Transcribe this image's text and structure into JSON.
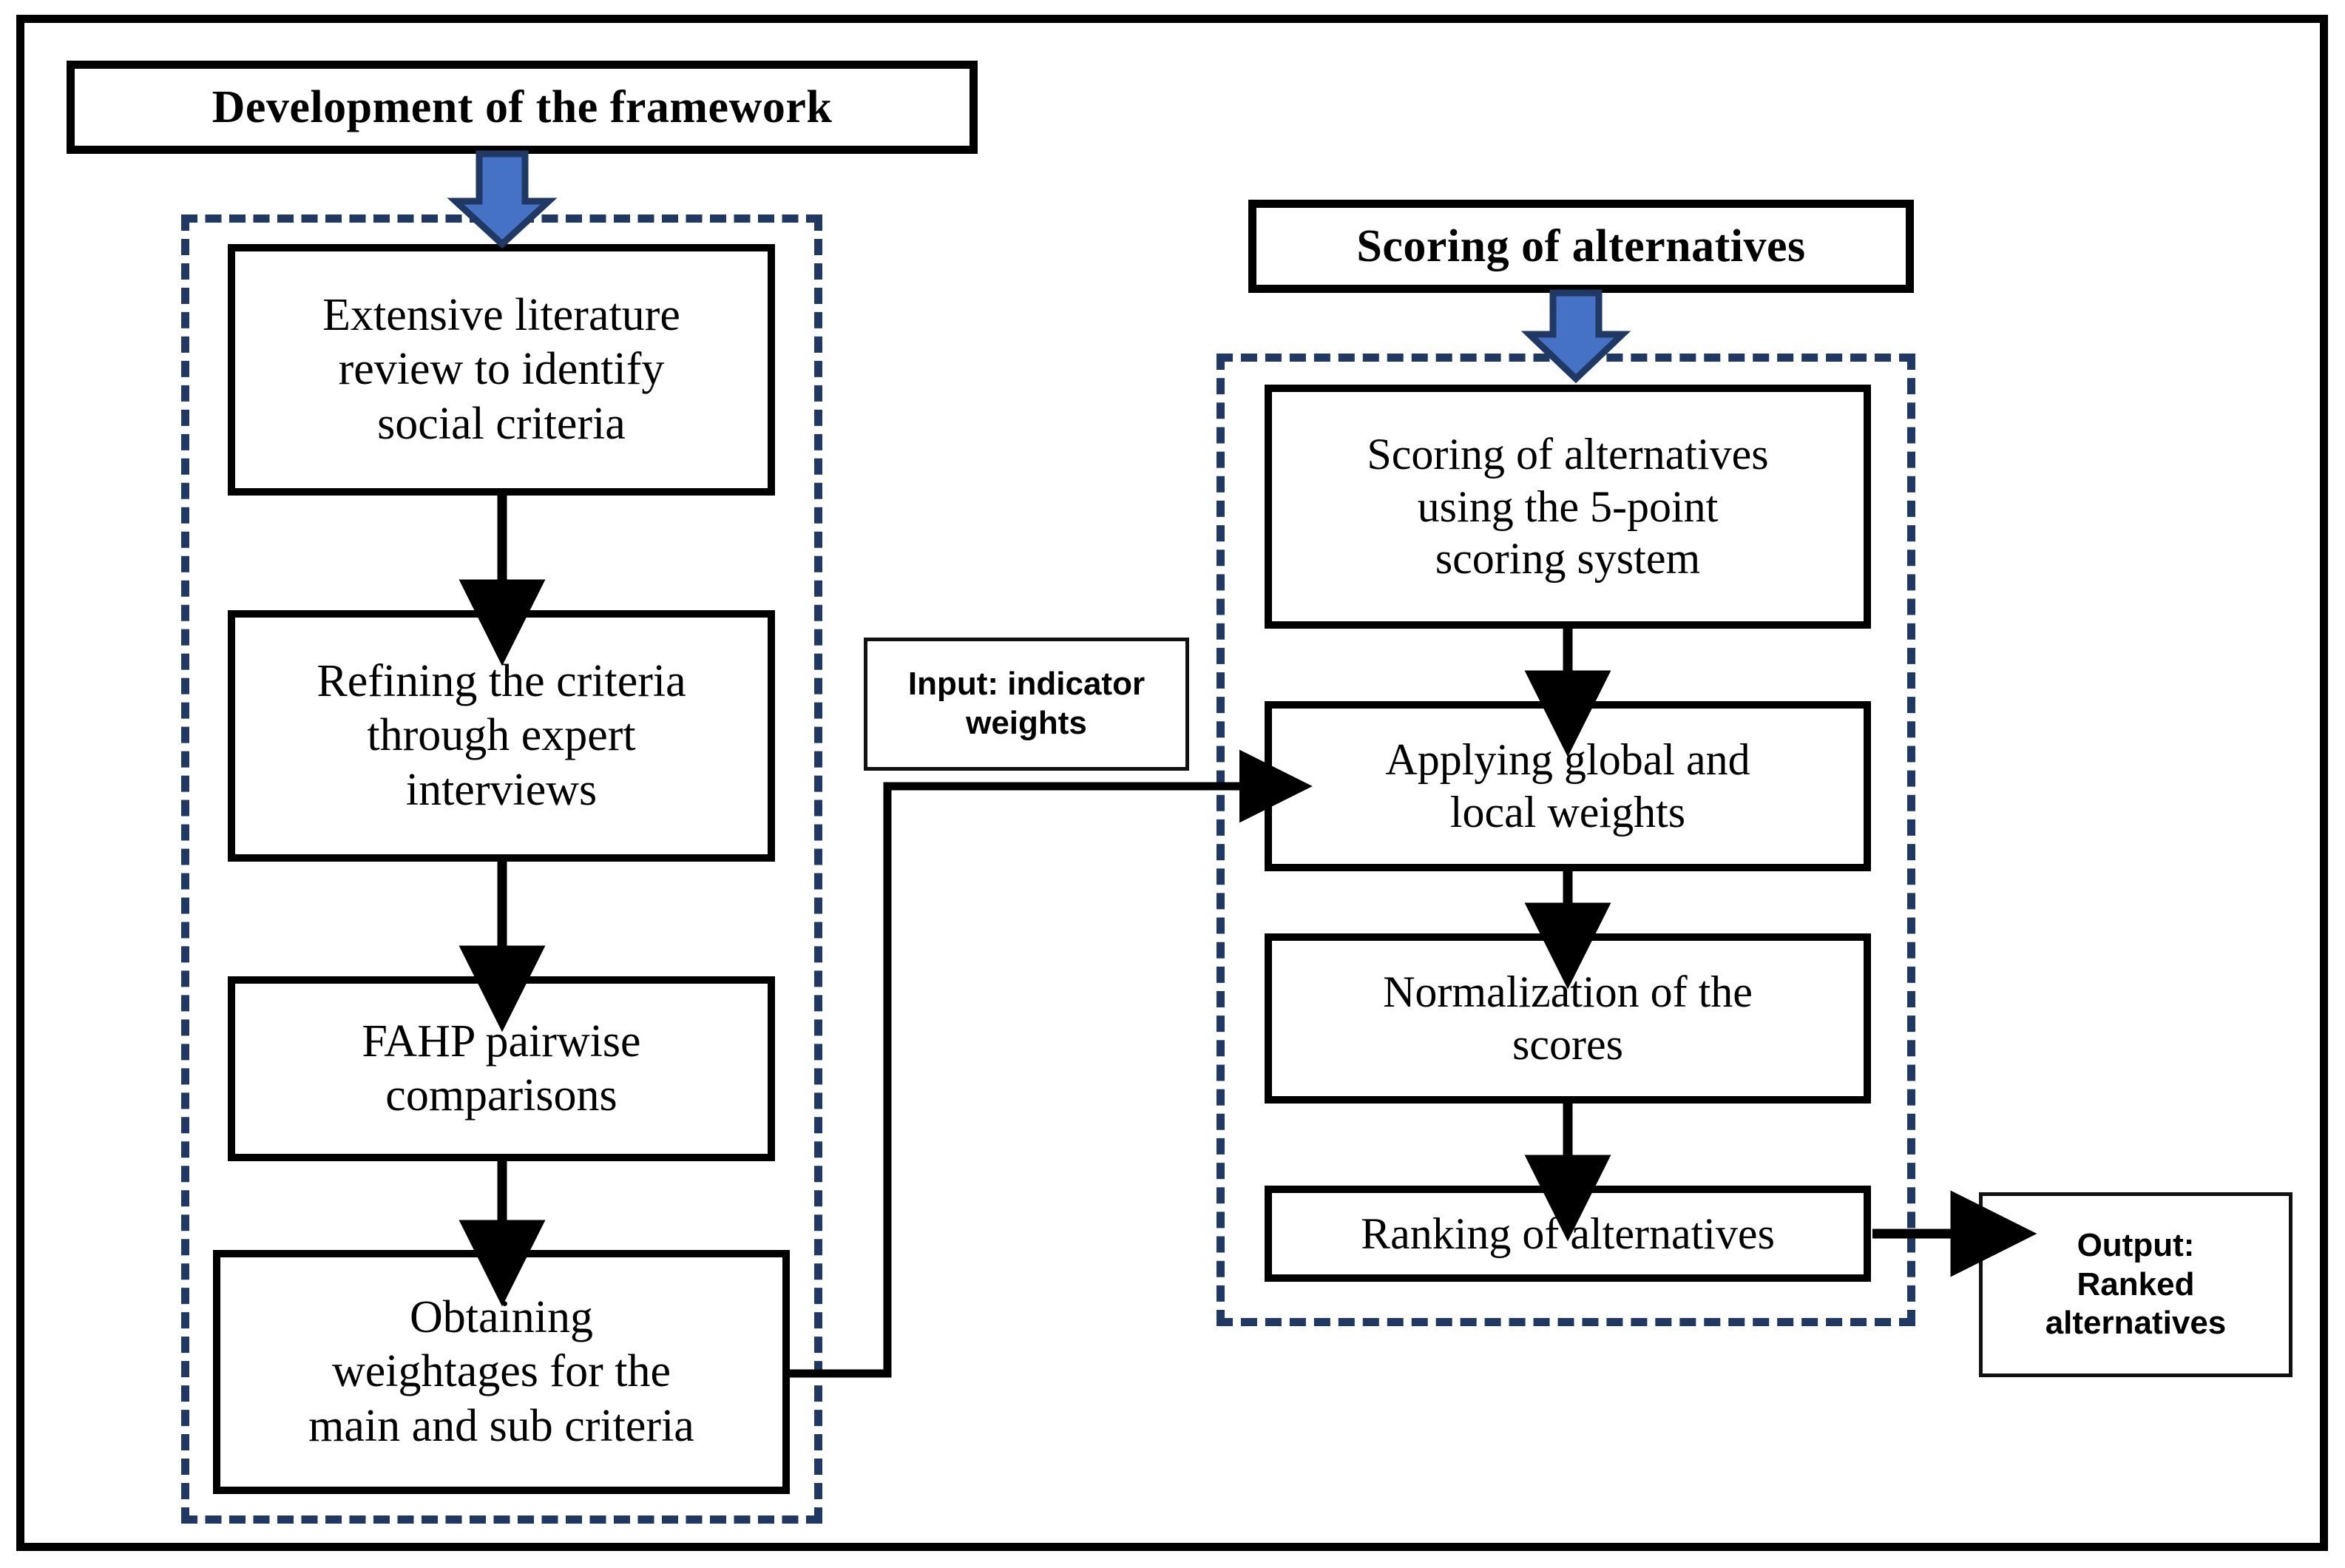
{
  "diagram": {
    "title_banners": [
      {
        "id": "development-of-the-framework",
        "label": "Development of the framework"
      },
      {
        "id": "scoring-of-alternatives",
        "label": "Scoring of alternatives"
      }
    ],
    "left_group": {
      "name": "Development of the framework",
      "steps": [
        {
          "id": "extensive-literature-review",
          "label": "Extensive literature\nreview to identify\nsocial criteria"
        },
        {
          "id": "refining-the-criteria",
          "label": "Refining the criteria\nthrough expert\ninterviews"
        },
        {
          "id": "fahp-pairwise-comparisons",
          "label": "FAHP pairwise\ncomparisons"
        },
        {
          "id": "obtaining-weightages",
          "label": "Obtaining\nweightages for the\nmain and sub criteria"
        }
      ]
    },
    "right_group": {
      "name": "Scoring of alternatives",
      "steps": [
        {
          "id": "scoring-alternatives-5-point",
          "label": "Scoring of alternatives\nusing the 5-point\nscoring system"
        },
        {
          "id": "applying-global-local-weights",
          "label": "Applying global and\nlocal weights"
        },
        {
          "id": "normalization-of-scores",
          "label": "Normalization of the\nscores"
        },
        {
          "id": "ranking-of-alternatives",
          "label": "Ranking of alternatives"
        }
      ]
    },
    "io_notes": [
      {
        "id": "input-indicator-weights",
        "label": "Input: indicator\nweights"
      },
      {
        "id": "output-ranked-alternatives",
        "label": "Output:\nRanked\nalternatives"
      }
    ],
    "colors": {
      "frame": "#000000",
      "dashed_group": "#1F3864",
      "big_arrow_fill": "#4572C4",
      "big_arrow_stroke": "#1F3864",
      "connector": "#000000",
      "box_background": "#FFFFFF",
      "text": "#000000"
    }
  }
}
